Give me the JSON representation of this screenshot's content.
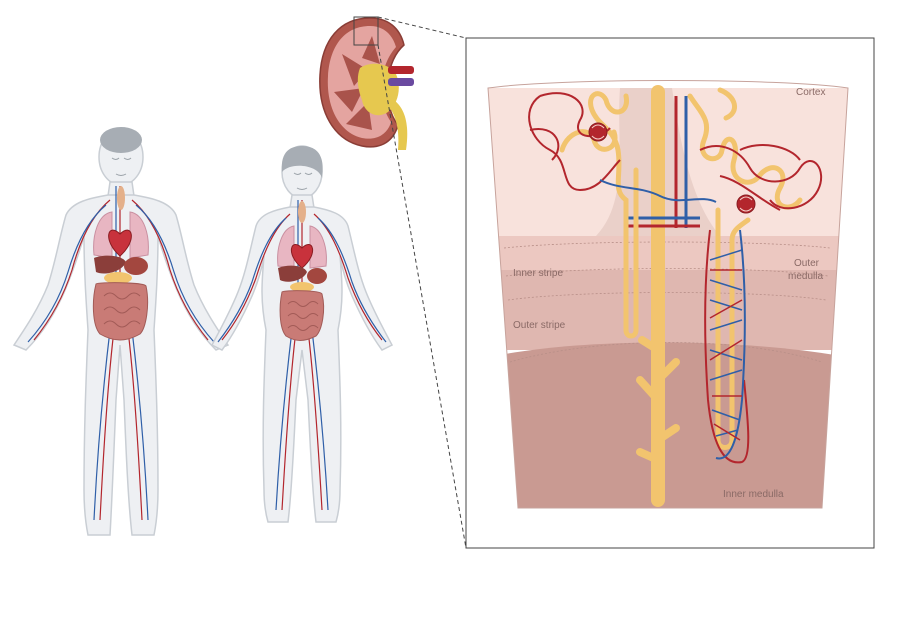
{
  "labels": {
    "cortex": "Cortex",
    "outer_medulla_line1": "Outer",
    "outer_medulla_line2": "medulla",
    "inner_stripe": "Inner stripe",
    "outer_stripe": "Outer stripe",
    "inner_medulla": "Inner medulla"
  },
  "colors": {
    "artery": "#b3262d",
    "vein": "#2f5fa8",
    "tubule": "#f2c46e",
    "cortex_bg": "#f8e2dc",
    "medulla_bg": "#c99a92",
    "body_outline": "#c9ced4"
  }
}
